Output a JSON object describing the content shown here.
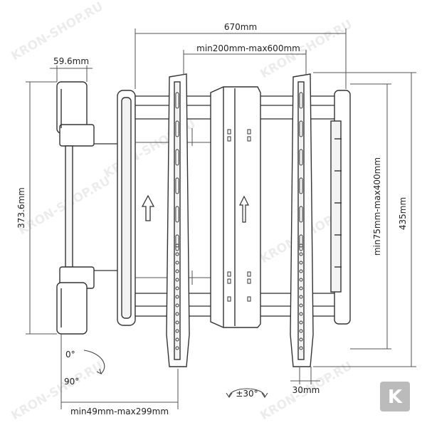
{
  "dimensions": {
    "overall_width": "670mm",
    "arm_spacing": "min200mm-max600mm",
    "bracket_width": "59.6mm",
    "bracket_height": "373.6mm",
    "vesa_vertical": "min75mm-max400mm",
    "overall_height": "435mm",
    "rail_width": "30mm",
    "wall_distance": "min49mm-max299mm"
  },
  "rotation": {
    "start": "0°",
    "end": "90°",
    "tilt": "±30°"
  },
  "watermark": {
    "text": "KRON-SHOP.RU",
    "logo_letter": "K"
  }
}
